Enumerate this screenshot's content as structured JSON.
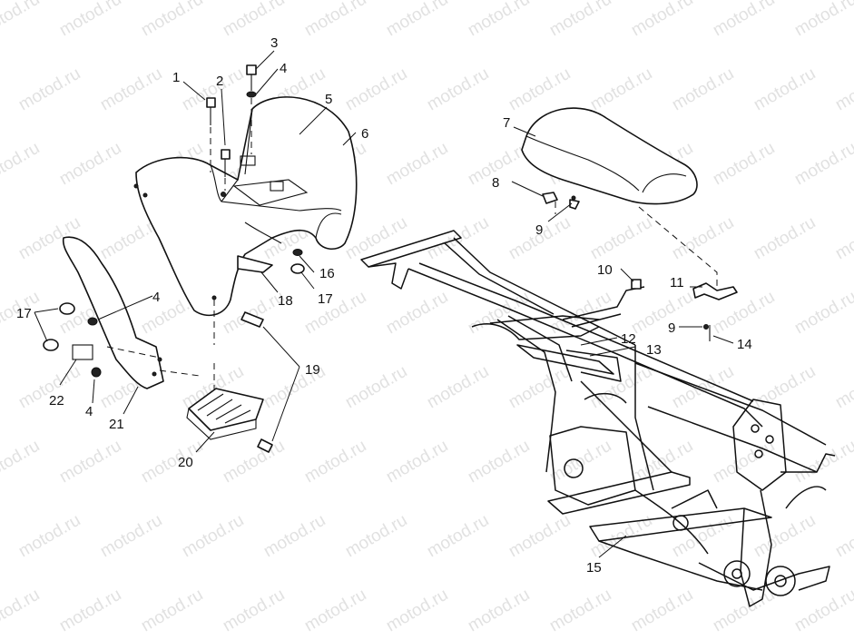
{
  "watermark": "motod.ru",
  "callouts": [
    "1",
    "2",
    "3",
    "4",
    "4",
    "4",
    "5",
    "6",
    "7",
    "8",
    "9",
    "9",
    "10",
    "11",
    "12",
    "13",
    "14",
    "15",
    "16",
    "17",
    "17",
    "18",
    "19",
    "20",
    "21",
    "22"
  ]
}
